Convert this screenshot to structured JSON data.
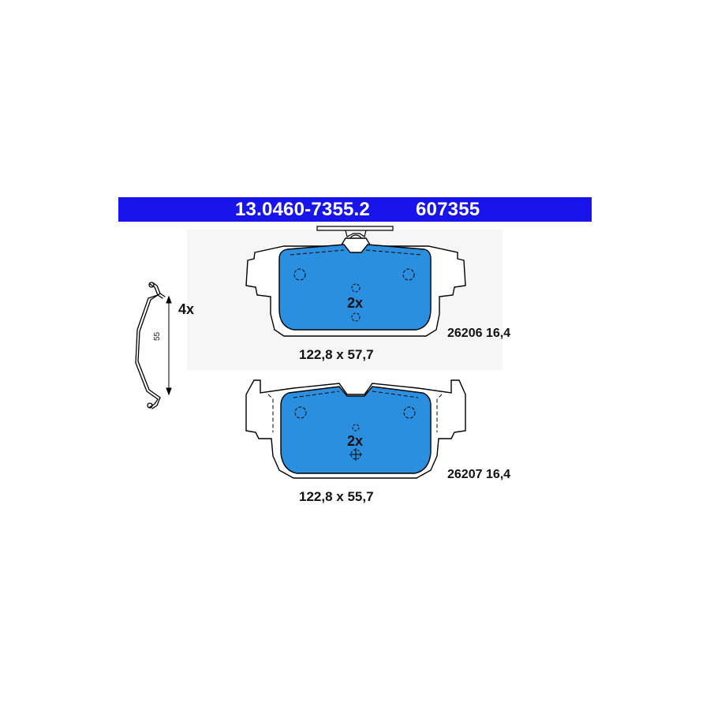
{
  "header": {
    "part_number": "13.0460-7355.2",
    "ref_number": "607355",
    "bar_color": "#1a14ec"
  },
  "spring": {
    "quantity": "4x",
    "dimension": "55"
  },
  "pads": [
    {
      "quantity": "2x",
      "dimensions": "122,8 x 57,7",
      "code": "26206 16,4"
    },
    {
      "quantity": "2x",
      "dimensions": "122,8 x 55,7",
      "code": "26207 16,4"
    }
  ],
  "colors": {
    "friction_material": "#2b8fe0",
    "outline": "#000000"
  }
}
